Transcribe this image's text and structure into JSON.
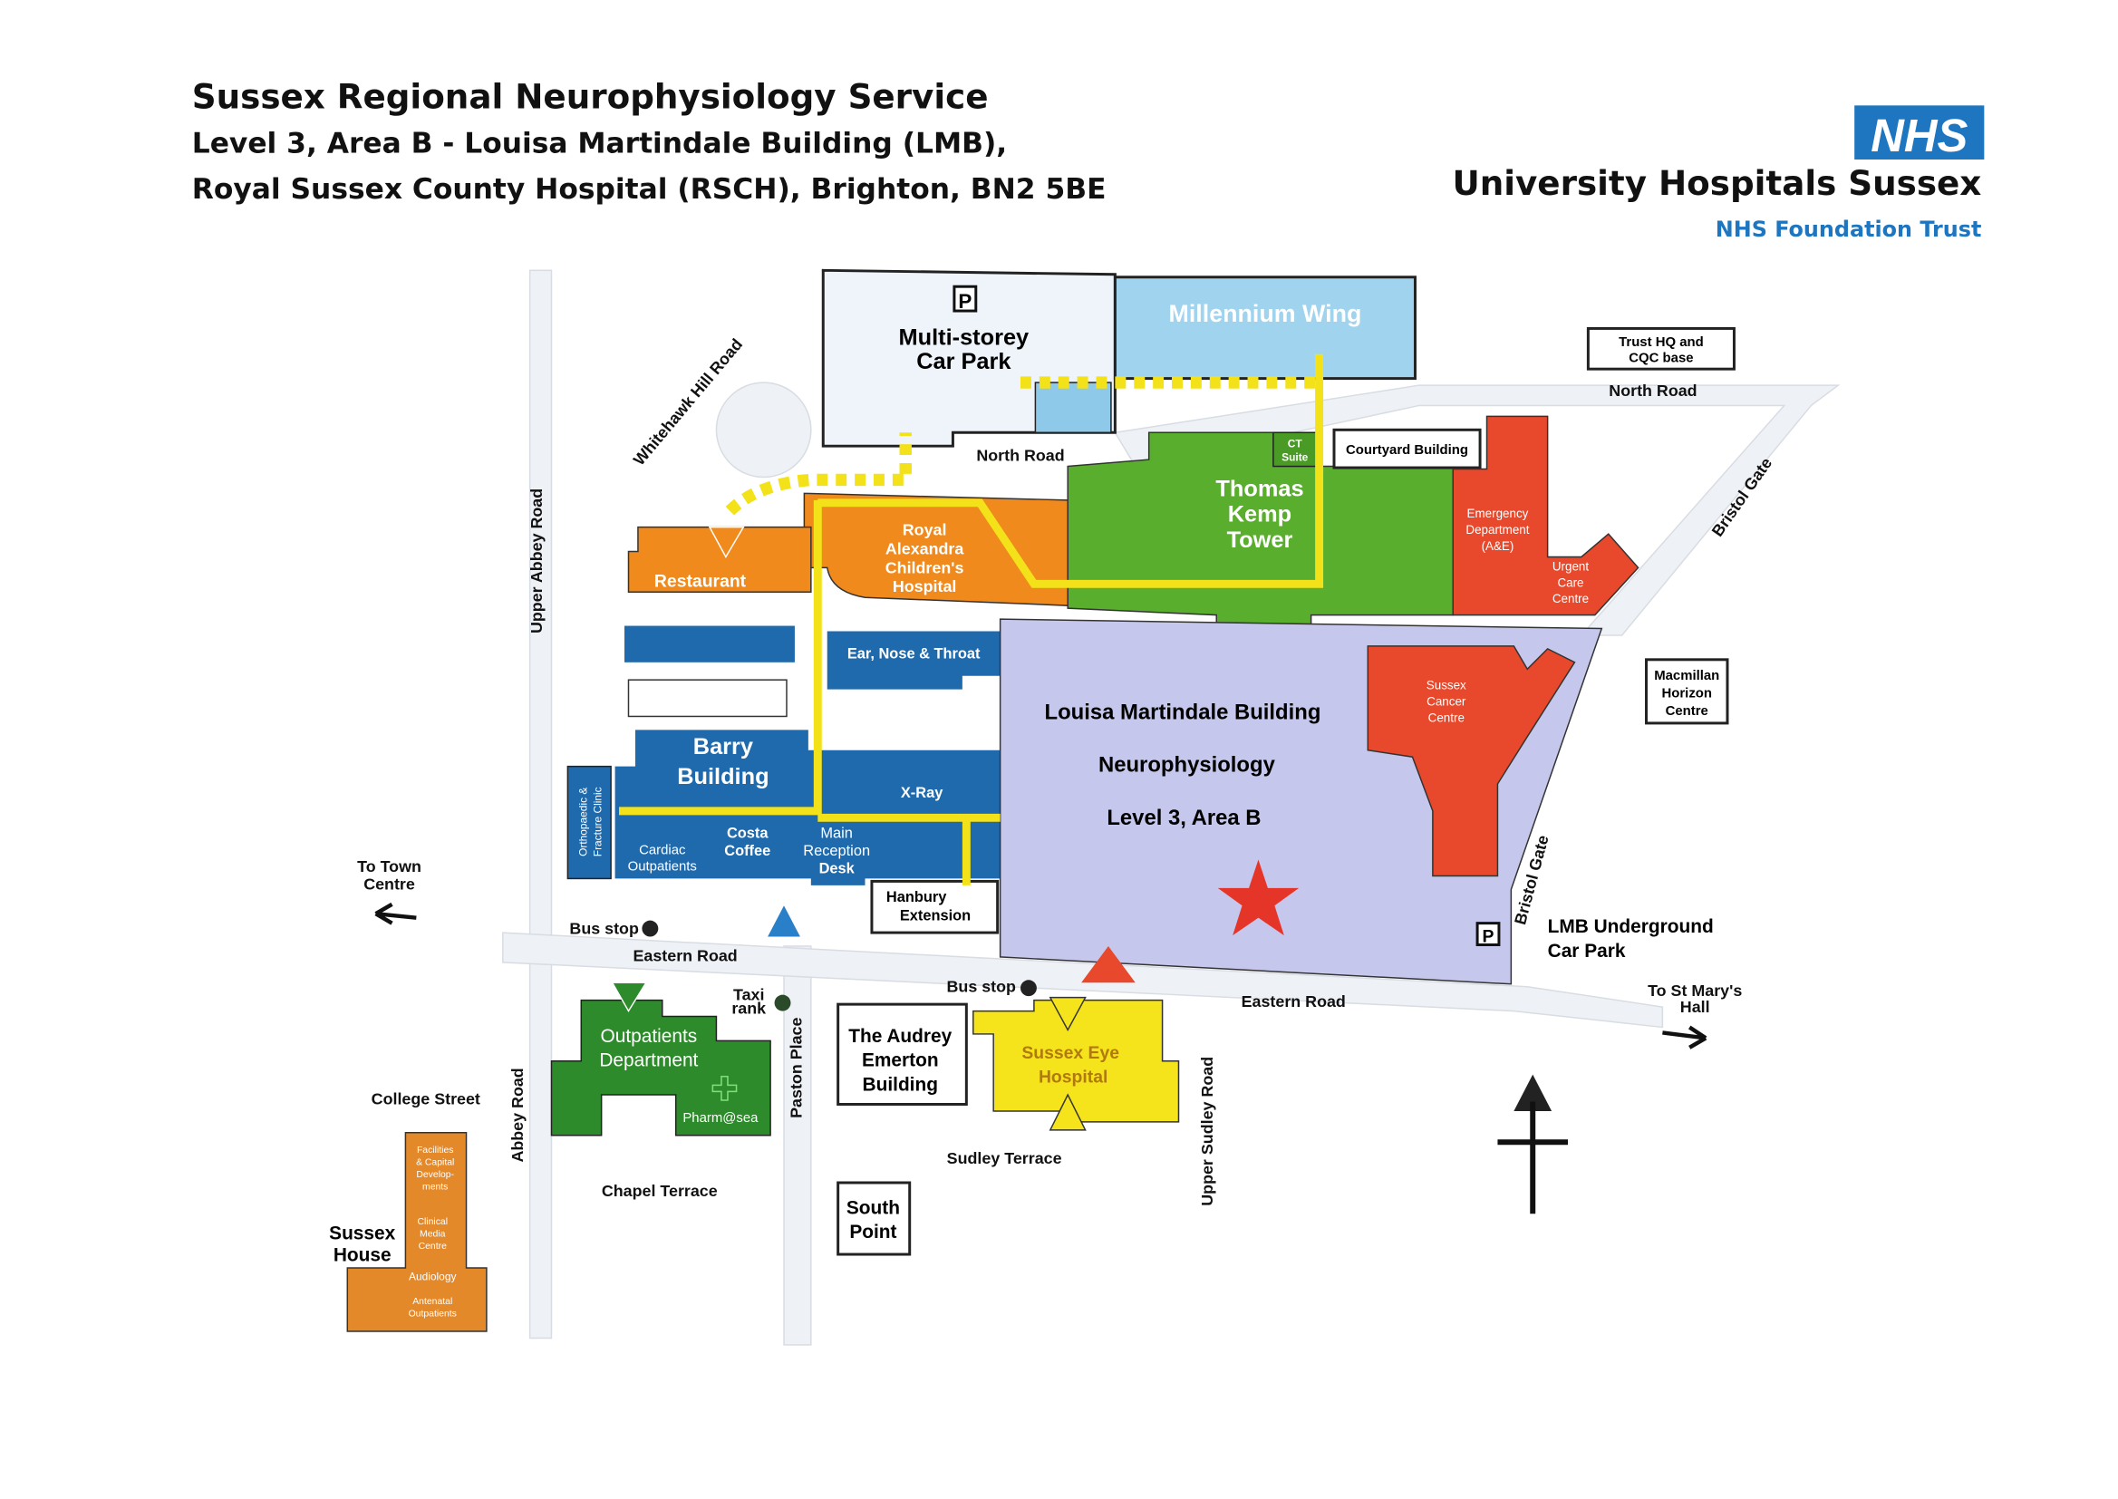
{
  "header": {
    "title": "Sussex Regional Neurophysiology Service",
    "line2": "Level 3, Area B - Louisa Martindale Building (LMB),",
    "line3": "Royal Sussex County Hospital (RSCH), Brighton, BN2 5BE"
  },
  "logo": {
    "badge": "NHS",
    "org": "University Hospitals Sussex",
    "sub": "NHS Foundation Trust",
    "color": "#1e76c0"
  },
  "buildings": {
    "car_park": [
      "Multi-storey",
      "Car Park"
    ],
    "parking_symbol": "P",
    "millennium": "Millennium Wing",
    "trust_hq": [
      "Trust HQ and",
      "CQC base"
    ],
    "courtyard": "Courtyard Building",
    "ct_suite": [
      "CT",
      "Suite"
    ],
    "thomas_kemp": [
      "Thomas",
      "Kemp",
      "Tower"
    ],
    "emergency": [
      "Emergency",
      "Department",
      "(A&E)"
    ],
    "urgent_care": [
      "Urgent",
      "Care",
      "Centre"
    ],
    "royal_alex": [
      "Royal",
      "Alexandra",
      "Children's",
      "Hospital"
    ],
    "restaurant": "Restaurant",
    "ent": "Ear, Nose & Throat",
    "barry": [
      "Barry",
      "Building"
    ],
    "xray": "X-Ray",
    "ortho": [
      "Orthopaedic &",
      "Fracture Clinic"
    ],
    "cardiac": [
      "Cardiac",
      "Outpatients"
    ],
    "costa": [
      "Costa",
      "Coffee"
    ],
    "reception": [
      "Main",
      "Reception",
      "Desk"
    ],
    "hanbury": [
      "Hanbury",
      "Extension"
    ],
    "lmb": "Louisa Martindale Building",
    "neuro": "Neurophysiology",
    "level": "Level 3, Area B",
    "cancer": [
      "Sussex",
      "Cancer",
      "Centre"
    ],
    "macmillan": [
      "Macmillan",
      "Horizon",
      "Centre"
    ],
    "lmb_car_park": [
      "LMB Underground",
      "Car Park"
    ],
    "outpatients": [
      "Outpatients",
      "Department"
    ],
    "pharmacy": "Pharm@sea",
    "audrey": [
      "The Audrey",
      "Emerton",
      "Building"
    ],
    "eye": [
      "Sussex Eye",
      "Hospital"
    ],
    "south_point": [
      "South",
      "Point"
    ],
    "sussex_house": [
      "Sussex",
      "House"
    ],
    "sussex_house_units": [
      "Facilities",
      "& Capital",
      "Develop-",
      "ments",
      "Clinical",
      "Media",
      "Centre",
      "Audiology",
      "Antenatal",
      "Outpatients"
    ]
  },
  "roads": {
    "whitehawk": "Whitehawk Hill Road",
    "north_road": "North Road",
    "north_road_2": "North Road",
    "bristol_gate": "Bristol Gate",
    "bristol_gate_2": "Bristol Gate",
    "upper_abbey": "Upper Abbey Road",
    "eastern_road": "Eastern Road",
    "eastern_road_2": "Eastern Road",
    "abbey_road": "Abbey Road",
    "paston_place": "Paston Place",
    "upper_sudley": "Upper Sudley Road",
    "college_street": "College Street",
    "chapel_terrace": "Chapel Terrace",
    "sudley_terrace": "Sudley Terrace"
  },
  "annotations": {
    "to_town": [
      "To Town",
      "Centre"
    ],
    "to_st_marys": [
      "To St Mary's",
      "Hall"
    ],
    "bus_stop": "Bus stop",
    "bus_stop_2": "Bus stop",
    "taxi": [
      "Taxi",
      "rank"
    ],
    "destination_marker": "star",
    "north_arrow": "north-arrow-icon"
  },
  "colors": {
    "lmb": "#c5c8ec",
    "blue_buildings": "#1f6aad",
    "green_tower": "#5aae2e",
    "orange": "#f08a1c",
    "red": "#e8482b",
    "yellow_route": "#f3e21a",
    "star": "#e53528"
  }
}
